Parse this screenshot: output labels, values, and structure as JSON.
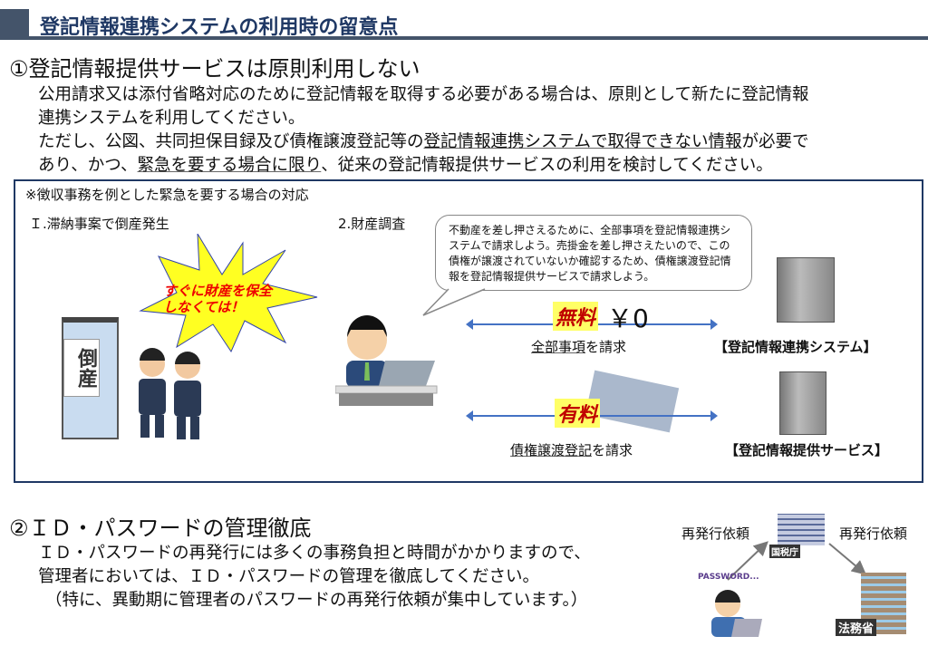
{
  "header": {
    "title": "登記情報連携システムの利用時の留意点"
  },
  "section1": {
    "heading": "①登記情報提供サービスは原則利用しない",
    "line1": "公用請求又は添付省略対応のために登記情報を取得する必要がある場合は、原則として新たに登記情報",
    "line2": "連携システムを利用してください。",
    "line3a": "ただし、公図、共同担保目録及び債権譲渡登記等の",
    "line3u": "登記情報連携システムで取得できない情報",
    "line3b": "が必要で",
    "line4a": "あり、かつ、",
    "line4u": "緊急を要する場合に限り",
    "line4b": "、従来の登記情報提供サービスの利用を検討してください。"
  },
  "example": {
    "note": "※徴収事務を例とした緊急を要する場合の対応",
    "step1": "Ｉ.滞納事案で倒産発生",
    "step2": "2.財産調査",
    "burst": "すぐに財産を保全しなくては！",
    "sign": "倒産",
    "bubble": "不動産を差し押さえるために、全部事項を登記情報連携システムで請求しよう。売掛金を差し押さえたいので、この債権が譲渡されていないか確認するため、債権譲渡登記情報を登記情報提供サービスで請求しよう。",
    "free_tag": "無料",
    "free_price": "￥0",
    "req1_u": "全部事項",
    "req1": "を請求",
    "sys1": "【登記情報連携システム】",
    "paid_tag": "有料",
    "req2_u": "債権譲渡登記",
    "req2": "を請求",
    "sys2": "【登記情報提供サービス】"
  },
  "section2": {
    "heading": "②ＩＤ・パスワードの管理徹底",
    "line1": "ＩＤ・パスワードの再発行には多くの事務負担と時間がかかりますので、",
    "line2": "管理者においては、ＩＤ・パスワードの管理を徹底してください。",
    "line3": "（特に、異動期に管理者のパスワードの再発行依頼が集中しています。）"
  },
  "diagram": {
    "reissue_left": "再発行依頼",
    "reissue_right": "再発行依頼",
    "password": "PASSWORD...",
    "nta": "国税庁",
    "moj": "法務省"
  }
}
